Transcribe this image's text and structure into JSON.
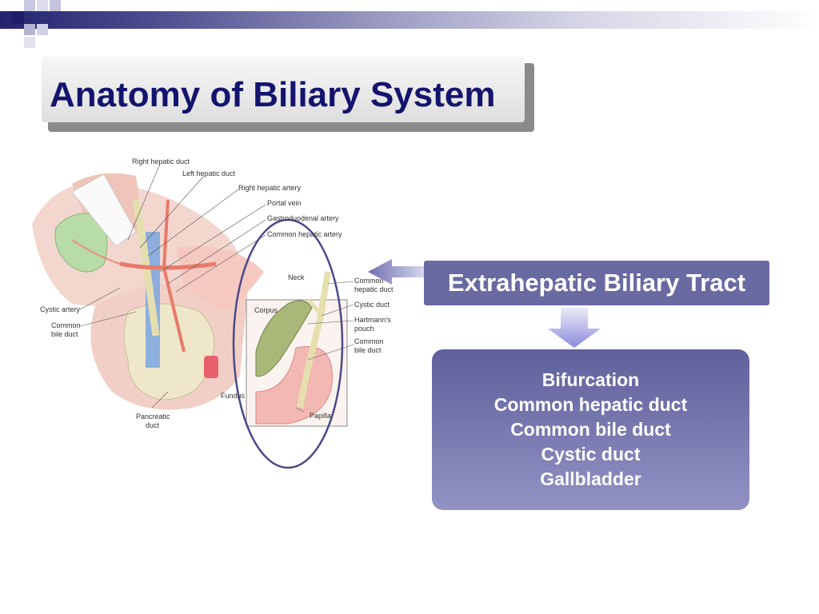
{
  "title": "Anatomy of Biliary System",
  "diagram": {
    "labels": {
      "right_hepatic_duct": "Right hepatic duct",
      "left_hepatic_duct": "Left hepatic duct",
      "right_hepatic_artery": "Right hepatic artery",
      "portal_vein": "Portal vein",
      "gastroduodenal_artery": "Gastroduodenal artery",
      "common_hepatic_artery": "Common hepatic artery",
      "cystic_artery": "Cystic artery",
      "common_bile_duct_left_1": "Common",
      "common_bile_duct_left_2": "bile duct",
      "pancreatic_duct_1": "Pancreatic",
      "pancreatic_duct_2": "duct",
      "neck": "Neck",
      "corpus": "Corpus",
      "fundus": "Fundus",
      "papilla": "Papilla",
      "common_hepatic_duct_1": "Common",
      "common_hepatic_duct_2": "hepatic duct",
      "cystic_duct": "Cystic duct",
      "hartmanns_pouch_1": "Hartmann's",
      "hartmanns_pouch_2": "pouch",
      "common_bile_duct_right_1": "Common",
      "common_bile_duct_right_2": "bile duct"
    }
  },
  "tract_label": "Extrahepatic Biliary Tract",
  "components": [
    "Bifurcation",
    "Common hepatic duct",
    "Common bile duct",
    "Cystic duct",
    "Gallbladder"
  ],
  "colors": {
    "title": "#14146e",
    "tract_box": "#6a6aa2",
    "list_top": "#60609c",
    "list_bottom": "#9292c4",
    "arrow": "#8c8cc8",
    "ellipse": "#4a4a8a"
  }
}
